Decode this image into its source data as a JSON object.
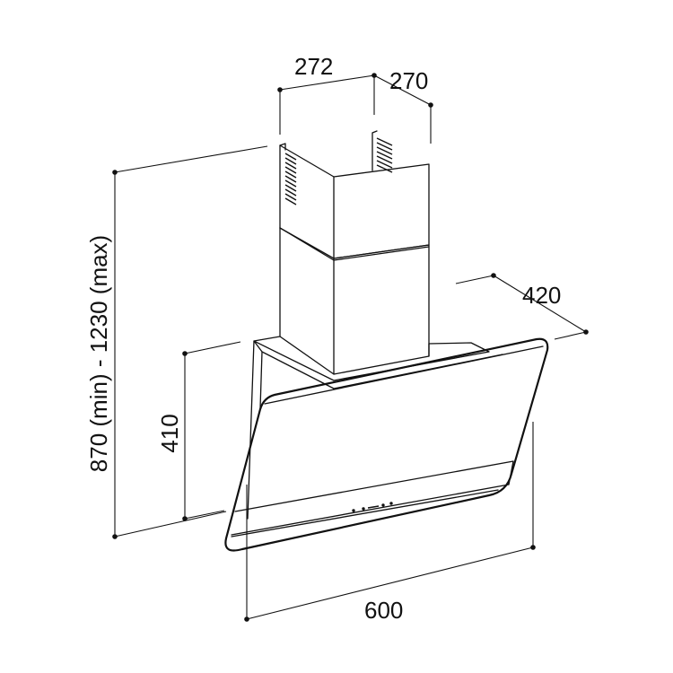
{
  "dimensions": {
    "duct_width": "272",
    "duct_depth": "270",
    "hood_depth": "420",
    "total_height": "870 (min) - 1230 (max)",
    "hood_height": "410",
    "hood_width": "600"
  }
}
